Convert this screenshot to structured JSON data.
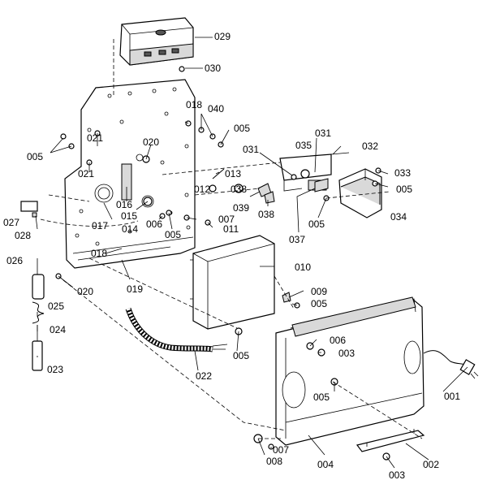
{
  "diagram": {
    "labels": [
      {
        "id": "029",
        "text": "029"
      },
      {
        "id": "030",
        "text": "030"
      },
      {
        "id": "018a",
        "text": "018"
      },
      {
        "id": "040",
        "text": "040"
      },
      {
        "id": "005a",
        "text": "005"
      },
      {
        "id": "021a",
        "text": "021"
      },
      {
        "id": "005b",
        "text": "005"
      },
      {
        "id": "020a",
        "text": "020"
      },
      {
        "id": "031a",
        "text": "031"
      },
      {
        "id": "035",
        "text": "035"
      },
      {
        "id": "031b",
        "text": "031"
      },
      {
        "id": "032",
        "text": "032"
      },
      {
        "id": "021b",
        "text": "021"
      },
      {
        "id": "013",
        "text": "013"
      },
      {
        "id": "033",
        "text": "033"
      },
      {
        "id": "012",
        "text": "012"
      },
      {
        "id": "038a",
        "text": "038"
      },
      {
        "id": "005c",
        "text": "005"
      },
      {
        "id": "016",
        "text": "016"
      },
      {
        "id": "039",
        "text": "039"
      },
      {
        "id": "038b",
        "text": "038"
      },
      {
        "id": "034",
        "text": "034"
      },
      {
        "id": "015",
        "text": "015"
      },
      {
        "id": "027",
        "text": "027"
      },
      {
        "id": "017",
        "text": "017"
      },
      {
        "id": "007a",
        "text": "007"
      },
      {
        "id": "005d",
        "text": "005"
      },
      {
        "id": "028",
        "text": "028"
      },
      {
        "id": "014",
        "text": "014"
      },
      {
        "id": "006a",
        "text": "006"
      },
      {
        "id": "011",
        "text": "011"
      },
      {
        "id": "005e",
        "text": "005"
      },
      {
        "id": "037",
        "text": "037"
      },
      {
        "id": "018b",
        "text": "018"
      },
      {
        "id": "026",
        "text": "026"
      },
      {
        "id": "010",
        "text": "010"
      },
      {
        "id": "019",
        "text": "019"
      },
      {
        "id": "020b",
        "text": "020"
      },
      {
        "id": "009",
        "text": "009"
      },
      {
        "id": "025",
        "text": "025"
      },
      {
        "id": "005f",
        "text": "005"
      },
      {
        "id": "024",
        "text": "024"
      },
      {
        "id": "006b",
        "text": "006"
      },
      {
        "id": "003a",
        "text": "003"
      },
      {
        "id": "005g",
        "text": "005"
      },
      {
        "id": "023",
        "text": "023"
      },
      {
        "id": "022",
        "text": "022"
      },
      {
        "id": "005h",
        "text": "005"
      },
      {
        "id": "001",
        "text": "001"
      },
      {
        "id": "007b",
        "text": "007"
      },
      {
        "id": "008",
        "text": "008"
      },
      {
        "id": "004",
        "text": "004"
      },
      {
        "id": "003b",
        "text": "003"
      },
      {
        "id": "002",
        "text": "002"
      }
    ]
  }
}
